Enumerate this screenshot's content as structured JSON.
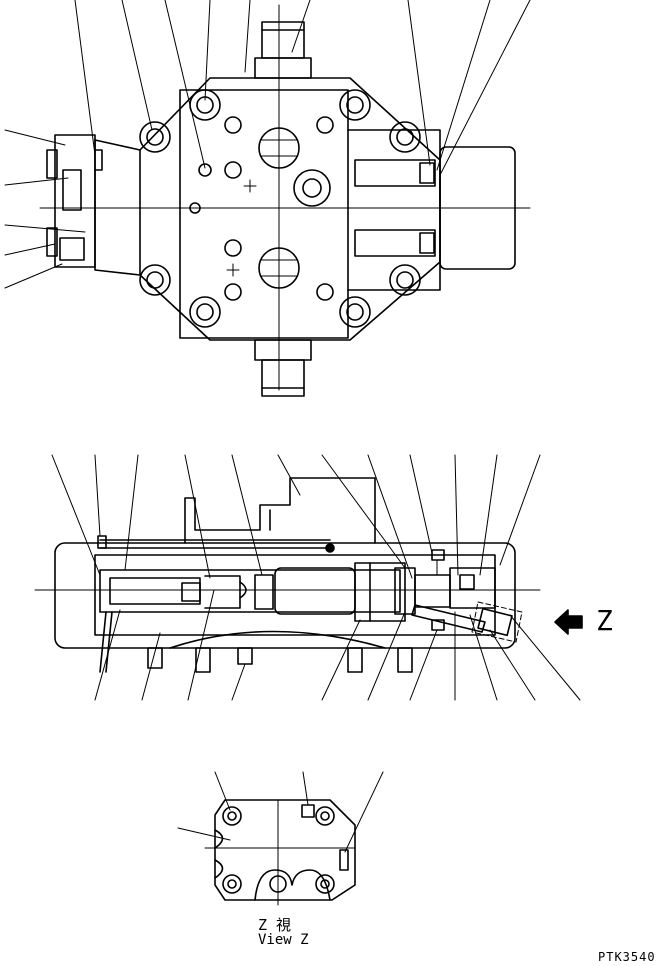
{
  "views": {
    "z_marker": "Z",
    "z_caption_jp": "Z 視",
    "z_caption_en": "View Z"
  },
  "drawing_code": "PTK3540",
  "colors": {
    "ink": "#000000",
    "paper": "#ffffff"
  }
}
